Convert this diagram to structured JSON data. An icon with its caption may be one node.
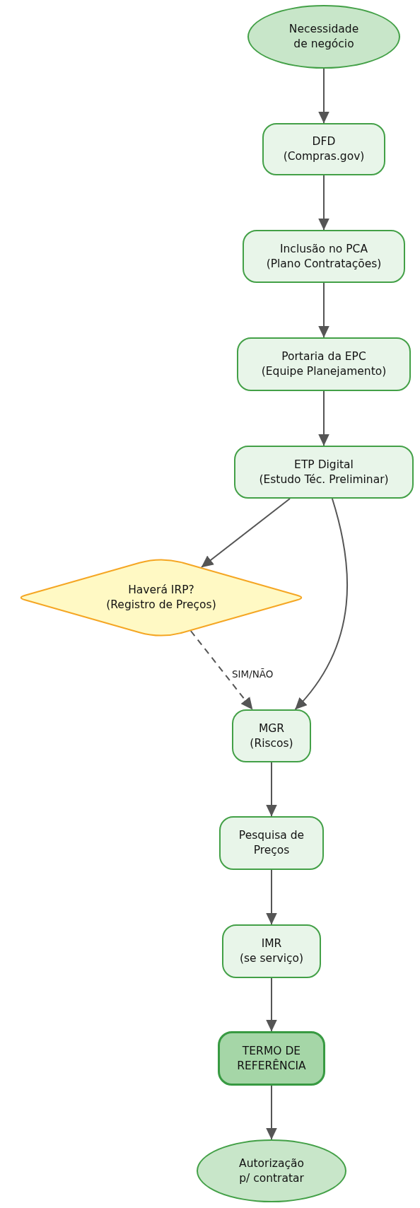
{
  "diagram": {
    "nodes": [
      {
        "text": [
          "Necessidade de negócio"
        ]
      },
      {
        "text": [
          "DFD (Compras.gov)"
        ]
      },
      {
        "text": [
          "Inclusão no PCA (Plano Contratações)"
        ]
      },
      {
        "text": [
          "Portaria da EPC (Equipe Planejamento)"
        ]
      },
      {
        "text": [
          "ETP Digital (Estudo Téc. Preliminar)"
        ]
      },
      {
        "text": [
          "Haverá IRP? (Registro de Preços)"
        ]
      },
      {
        "text": [
          "MGR (Riscos)"
        ]
      },
      {
        "text": [
          "Pesquisa de Preços"
        ]
      },
      {
        "text": [
          "IMR (se serviço)"
        ]
      },
      {
        "text": [
          "TERMO DE REFERÊNCIA"
        ]
      },
      {
        "text": [
          "Autorização p/ contratar"
        ]
      }
    ],
    "edges": [
      {
        "from": 0,
        "to": 1,
        "arrow": "to"
      },
      {
        "from": 1,
        "to": 2,
        "arrow": "to"
      },
      {
        "from": 2,
        "to": 3,
        "arrow": "to"
      },
      {
        "from": 3,
        "to": 4,
        "arrow": "to"
      },
      {
        "from": 4,
        "to": 5,
        "arrow": "to"
      },
      {
        "from": 4,
        "to": 6,
        "arrow": "to"
      },
      {
        "from": 5,
        "to": 6,
        "arrow": "to",
        "label": "SIM/NÃO",
        "style": "dashed"
      },
      {
        "from": 6,
        "to": 7,
        "arrow": "to"
      },
      {
        "from": 7,
        "to": 8,
        "arrow": "to"
      },
      {
        "from": 8,
        "to": 9,
        "arrow": "to"
      },
      {
        "from": 9,
        "to": 10,
        "arrow": "to"
      }
    ]
  }
}
